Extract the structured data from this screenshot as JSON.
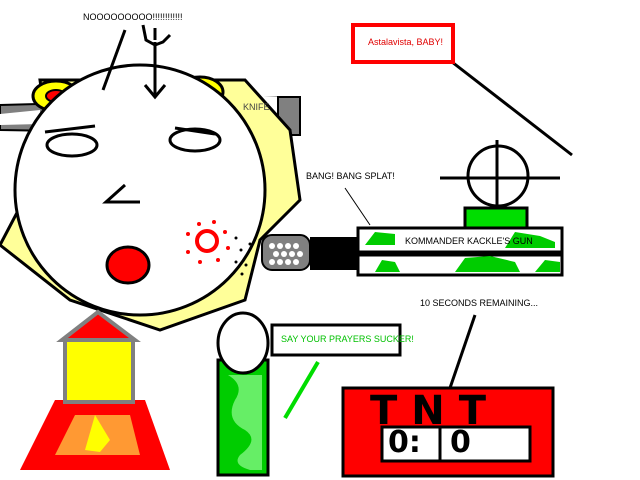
{
  "texts": {
    "scream": "NOOOOOOOOO!!!!!!!!!!!!",
    "catchphrase": "Astalavista, BABY!",
    "knife": "KNIFE",
    "bang": "BANG! BANG SPLAT!",
    "gun": "KOMMANDER KACKLE'S GUN",
    "countdown": "10 SECONDS REMAINING...",
    "prayers": "SAY YOUR PRAYERS SUCKER!",
    "tnt": "TNT",
    "timer_left": "0:",
    "timer_right": "0"
  },
  "colors": {
    "yellow": "#ffff00",
    "pale_yellow": "#ffff99",
    "red": "#ff0000",
    "green": "#00ff00",
    "black": "#000000",
    "gray": "#808080"
  }
}
